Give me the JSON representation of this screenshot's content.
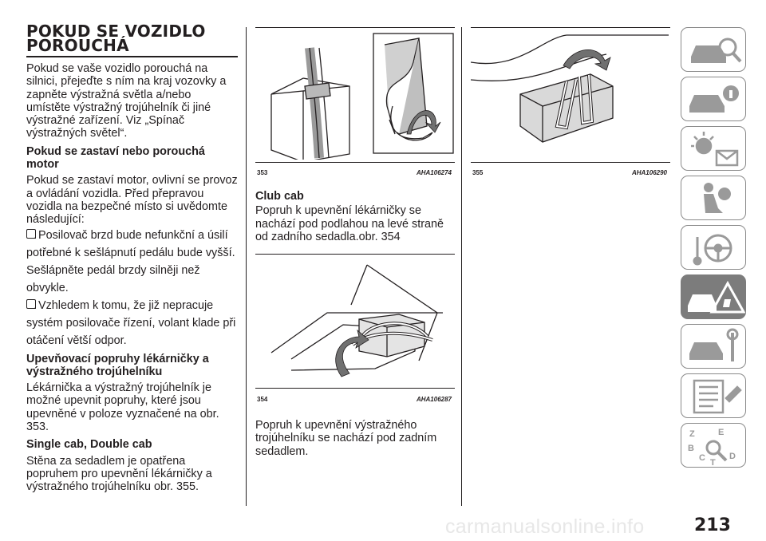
{
  "col1": {
    "title": "POKUD SE VOZIDLO POROUCHÁ",
    "intro": "Pokud se vaše vozidlo porouchá na silnici, přejeďte s ním na kraj vozovky a zapněte výstražná světla a/nebo umístěte výstražný trojúhelník či jiné výstražné zařízení. Viz „Spínač výstražných světel“.",
    "h1": "Pokud se zastaví nebo porouchá motor",
    "p1": "Pokud se zastaví motor, ovlivní se provoz a ovládání vozidla. Před přepravou vozidla na bezpečné místo si uvědomte následující:",
    "bullet1": "Posilovač brzd bude nefunkční a úsilí potřebné k sešlápnutí pedálu bude vyšší. Sešlápněte pedál brzdy silněji než obvykle.",
    "bullet2": "Vzhledem k tomu, že již nepracuje systém posilovače řízení, volant klade při otáčení větší odpor.",
    "h2": "Upevňovací popruhy lékárničky a výstražného trojúhelníku",
    "p2": "Lékárnička a výstražný trojúhelník je možné upevnit popruhy, které jsou upevněné v poloze vyznačené na obr. 353.",
    "h3": "Single cab, Double cab",
    "p3": "Stěna za sedadlem je opatřena popruhem pro upevnění lékárničky a výstražného trojúhelníku obr. 355."
  },
  "col2": {
    "fig353_num": "353",
    "fig353_code": "AHA106274",
    "h_club": "Club cab",
    "p_club": "Popruh k upevnění lékárničky se nachází pod podlahou na levé straně od zadního sedadla.obr. 354",
    "fig354_num": "354",
    "fig354_code": "AHA106287",
    "p_after": "Popruh k upevnění výstražného trojúhelníku se nachází pod zadním sedadlem."
  },
  "col3": {
    "fig355_num": "355",
    "fig355_code": "AHA106290"
  },
  "sidebar": {
    "tabs": [
      "car-search-icon",
      "car-info-icon",
      "warning-lights-icon",
      "airbag-seat-icon",
      "steering-key-icon",
      "breakdown-triangle-icon",
      "car-service-icon",
      "specs-list-icon",
      "index-search-icon"
    ],
    "active_index": 5
  },
  "footer": {
    "page_number": "213",
    "watermark": "carmanualsonline.info"
  }
}
